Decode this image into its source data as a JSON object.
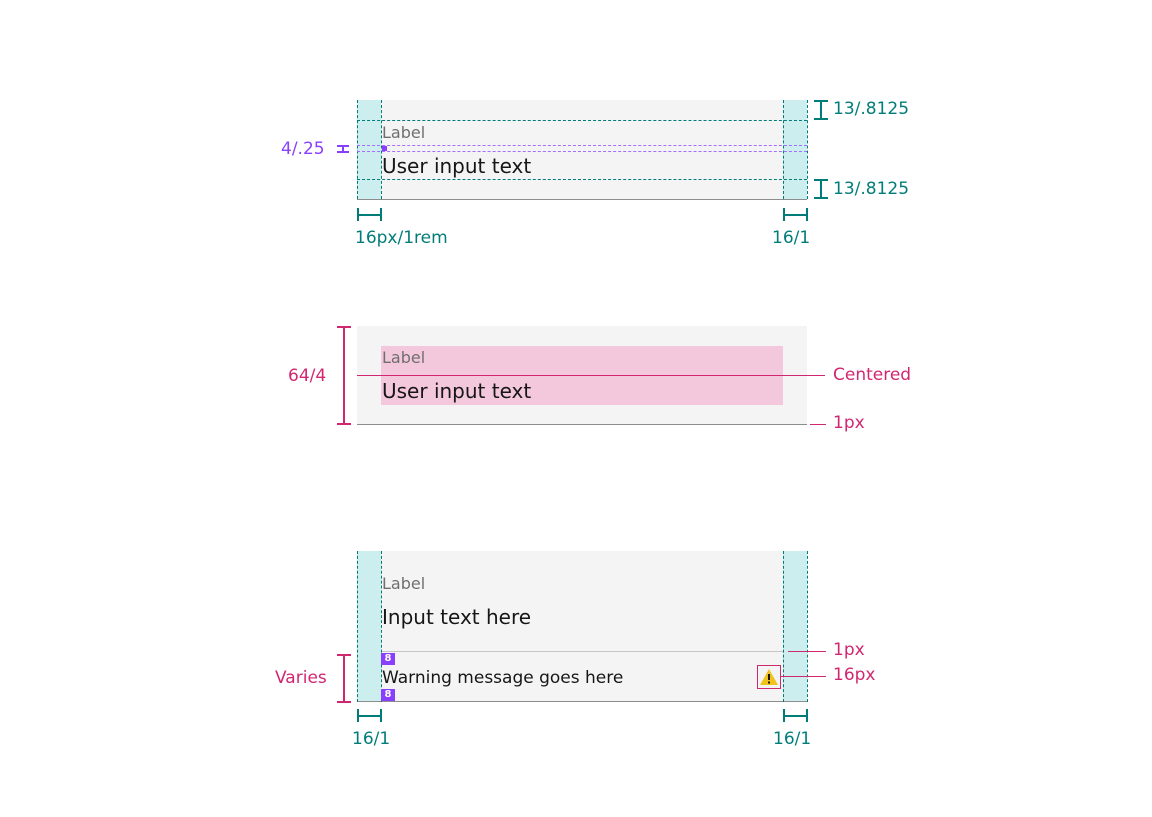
{
  "field1": {
    "label": "Label",
    "value": "User input text",
    "ann_top": "13/.8125",
    "ann_bottom": "13/.8125",
    "ann_gap": "4/.25",
    "ann_left": "16px/1rem",
    "ann_right": "16/1"
  },
  "field2": {
    "label": "Label",
    "value": "User input text",
    "ann_height": "64/4",
    "ann_center": "Centered",
    "ann_border": "1px"
  },
  "field3": {
    "label": "Label",
    "value": "Input text here",
    "warning": "Warning message goes here",
    "badge_top": "8",
    "badge_bottom": "8",
    "warning_icon": "warning-triangle-icon",
    "ann_varies": "Varies",
    "ann_divider": "1px",
    "ann_icon": "16px",
    "ann_left": "16/1",
    "ann_right": "16/1"
  },
  "colors": {
    "teal": "#007d79",
    "pink": "#d12771",
    "purple": "#8a3ffc",
    "warning_yellow": "#f1c21b"
  }
}
